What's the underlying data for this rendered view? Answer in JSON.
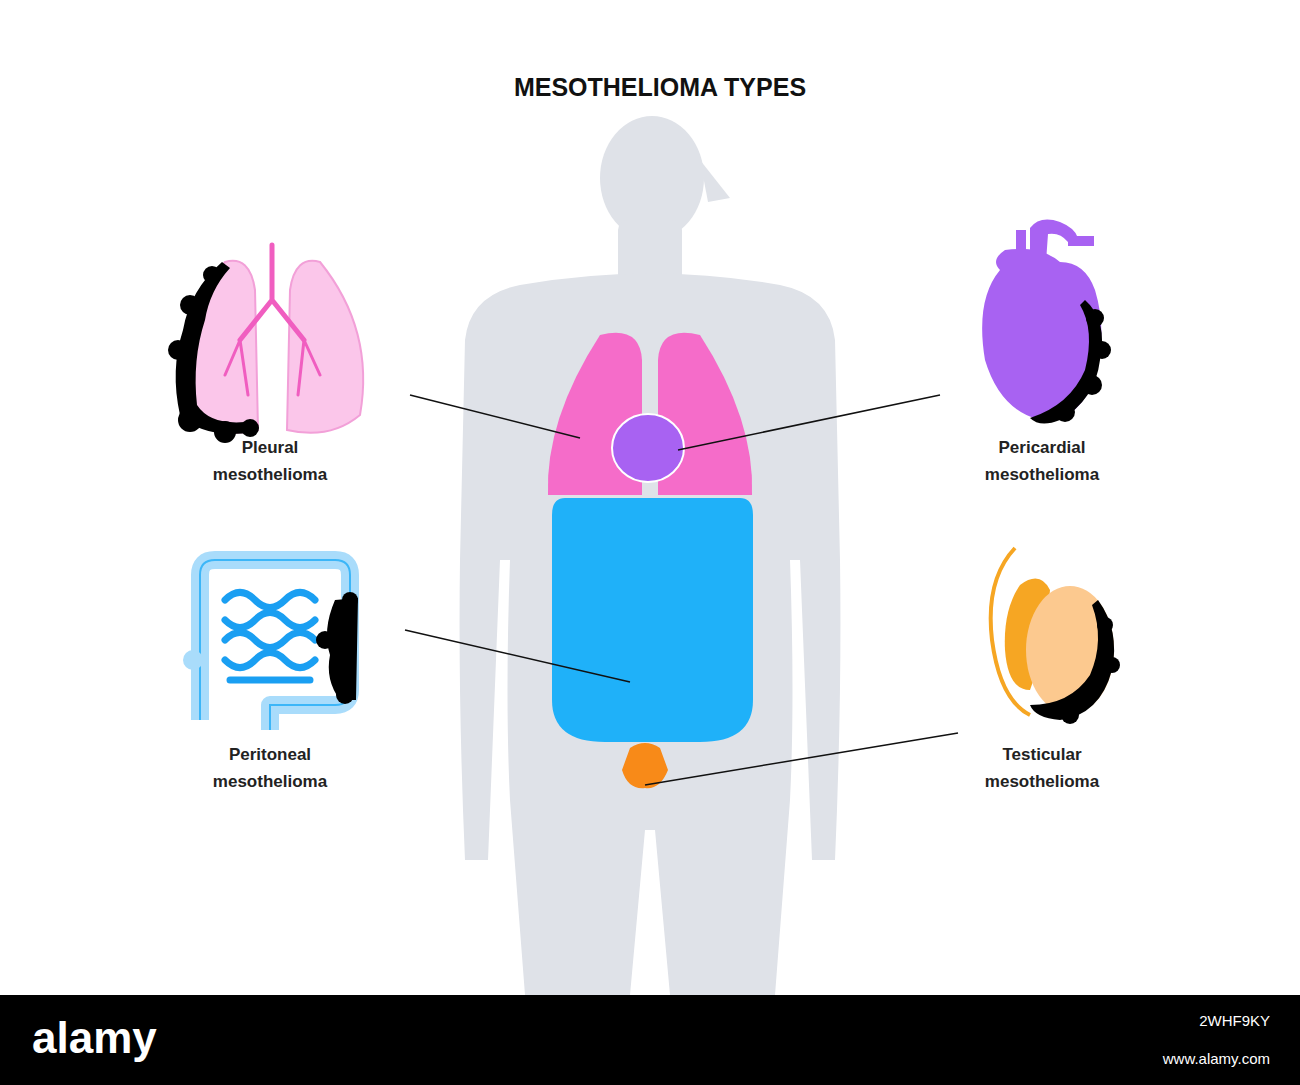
{
  "diagram": {
    "title": "MESOTHELIOMA TYPES",
    "labels": [
      "Pleural mesothelioma",
      "Pericardial mesothelioma",
      "Peritoneal mesothelioma",
      "Testicular mesothelioma",
      "alamy",
      "2WHF9KY",
      "www.alamy.com"
    ]
  }
}
